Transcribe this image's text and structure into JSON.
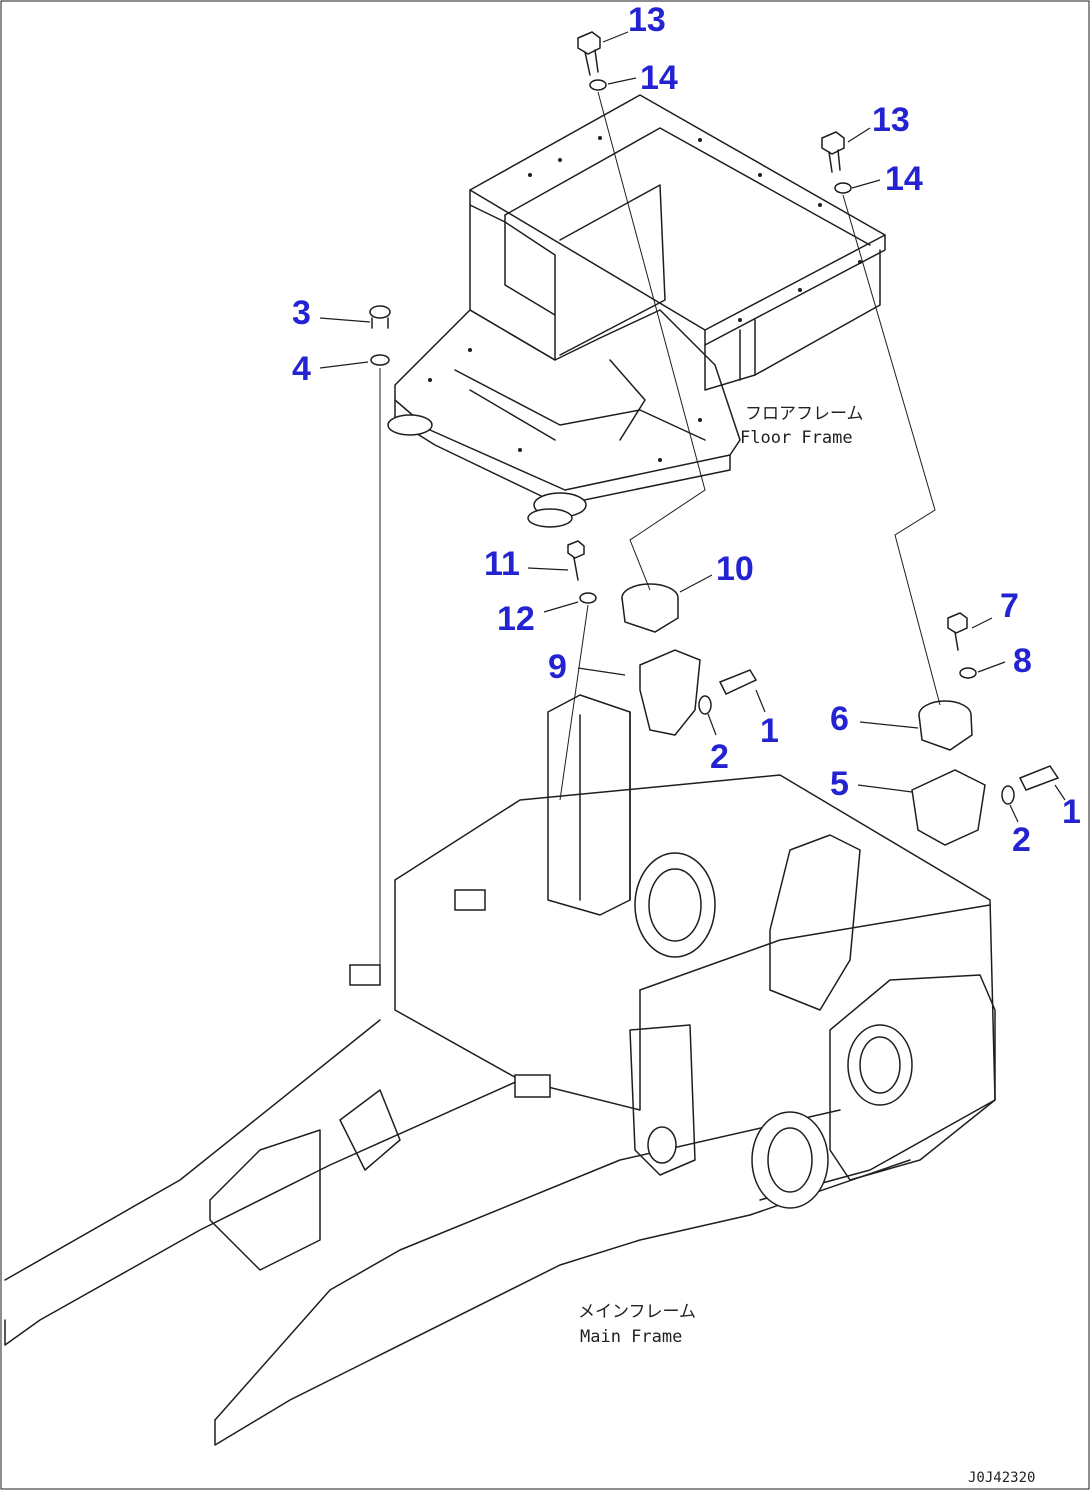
{
  "colors": {
    "callout": "#2323d2",
    "linework": "#1e1e1e",
    "background": "#ffffff"
  },
  "callouts": [
    {
      "id": "c13a",
      "label": "13"
    },
    {
      "id": "c14a",
      "label": "14"
    },
    {
      "id": "c13b",
      "label": "13"
    },
    {
      "id": "c14b",
      "label": "14"
    },
    {
      "id": "c3",
      "label": "3"
    },
    {
      "id": "c4",
      "label": "4"
    },
    {
      "id": "c11",
      "label": "11"
    },
    {
      "id": "c10",
      "label": "10"
    },
    {
      "id": "c12",
      "label": "12"
    },
    {
      "id": "c9",
      "label": "9"
    },
    {
      "id": "c7",
      "label": "7"
    },
    {
      "id": "c8",
      "label": "8"
    },
    {
      "id": "c6",
      "label": "6"
    },
    {
      "id": "c1a",
      "label": "1"
    },
    {
      "id": "c2a",
      "label": "2"
    },
    {
      "id": "c5",
      "label": "5"
    },
    {
      "id": "c1b",
      "label": "1"
    },
    {
      "id": "c2b",
      "label": "2"
    }
  ],
  "floor_frame_label": {
    "jp": "フロアフレーム",
    "en": "Floor Frame"
  },
  "main_frame_label": {
    "jp": "メインフレーム",
    "en": "Main Frame"
  },
  "drawing_code": "J0J42320"
}
